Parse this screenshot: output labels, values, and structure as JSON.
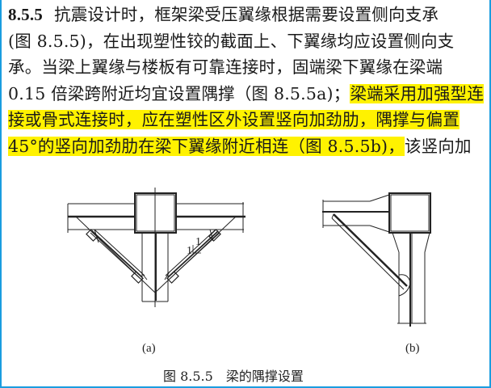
{
  "document": {
    "section_number": "8.5.5",
    "paragraph_lines": [
      {
        "segments": [
          {
            "text": "抗震设计时，框架梁受压翼缘根据需要设置侧向支承",
            "highlight": false
          }
        ]
      },
      {
        "segments": [
          {
            "text": "(图 8.5.5)，在出现塑性铰的截面上、下翼缘均应设置侧向支",
            "highlight": false
          }
        ]
      },
      {
        "segments": [
          {
            "text": "承。当梁上翼缘与楼板有可靠连接时，固端梁下翼缘在梁端",
            "highlight": false
          }
        ]
      },
      {
        "segments": [
          {
            "text": "0.15 倍梁跨附近均宜设置隅撑（图 8.5.5a)；",
            "highlight": false
          },
          {
            "text": "梁端采用加强型连",
            "highlight": true
          }
        ]
      },
      {
        "segments": [
          {
            "text": "接或骨式连接时，应在塑性区外设置竖向加劲肋，隅撑与偏置",
            "highlight": true
          }
        ]
      },
      {
        "segments": [
          {
            "text": "45°的竖向加劲肋在梁下翼缘附近相连（图 8.5.5b)，",
            "highlight": true
          },
          {
            "text": "该竖向加",
            "highlight": false
          }
        ]
      }
    ],
    "highlight_color": "#fff200",
    "border_color": "#1a9de0"
  },
  "figure": {
    "sub_figures": [
      {
        "id": "a",
        "label": "(a)",
        "ratio_labels": [
          "1",
          "1"
        ]
      },
      {
        "id": "b",
        "label": "(b)"
      }
    ],
    "caption": {
      "number": "图 8.5.5",
      "title": "梁的隅撑设置"
    }
  }
}
